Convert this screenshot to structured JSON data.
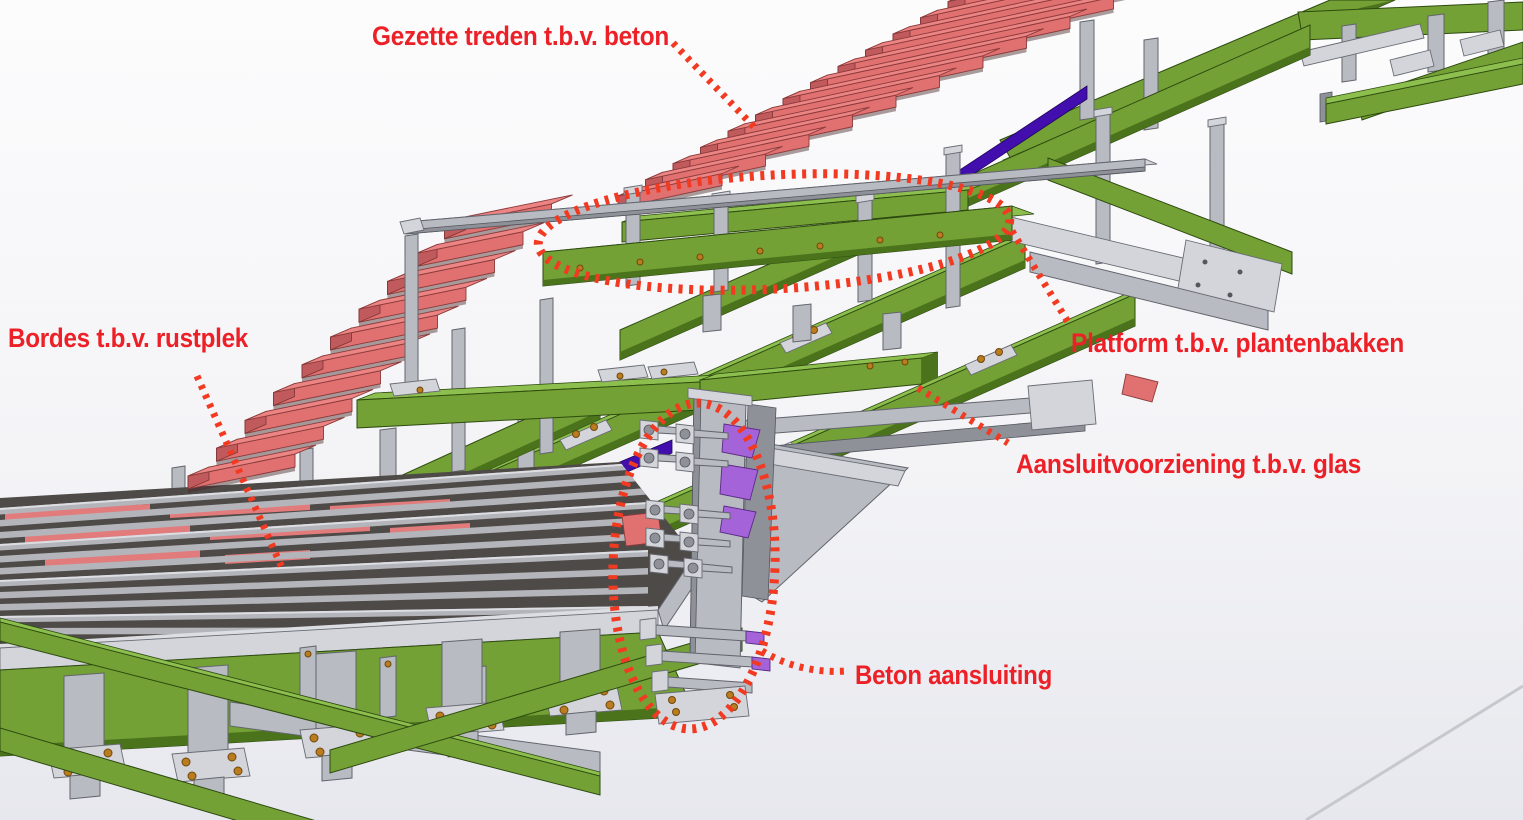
{
  "annotations": {
    "text_color": "#ec2026",
    "leader_color": "#f23a22",
    "labels": [
      {
        "id": "gezette-treden",
        "text": "Gezette treden t.b.v. beton"
      },
      {
        "id": "bordes",
        "text": "Bordes t.b.v. rustplek"
      },
      {
        "id": "platform",
        "text": "Platform t.b.v. plantenbakken"
      },
      {
        "id": "aansluitvoorziening-glas",
        "text": "Aansluitvoorziening t.b.v. glas"
      },
      {
        "id": "beton-aansluiting",
        "text": "Beton aansluiting"
      }
    ]
  },
  "palette": {
    "bg-top": "#fcfcfd",
    "bg-mid": "#f4f4f7",
    "bg-bot": "#e7e8ee",
    "pink": "#ec8484",
    "pink-front": "#e17070",
    "pink-dark": "#c05a5c",
    "green": "#73a135",
    "green-light": "#8dbf4f",
    "green-dark": "#4a731c",
    "steel": "#b9bbc2",
    "steel-light": "#d3d5db",
    "steel-dark": "#8f9199",
    "purple": "#420fae",
    "purple-light": "#a463d8",
    "bolt": "#b97c1f",
    "deck-dark": "#4e4a47",
    "ann": "#ec2026",
    "leader": "#f23a22"
  }
}
